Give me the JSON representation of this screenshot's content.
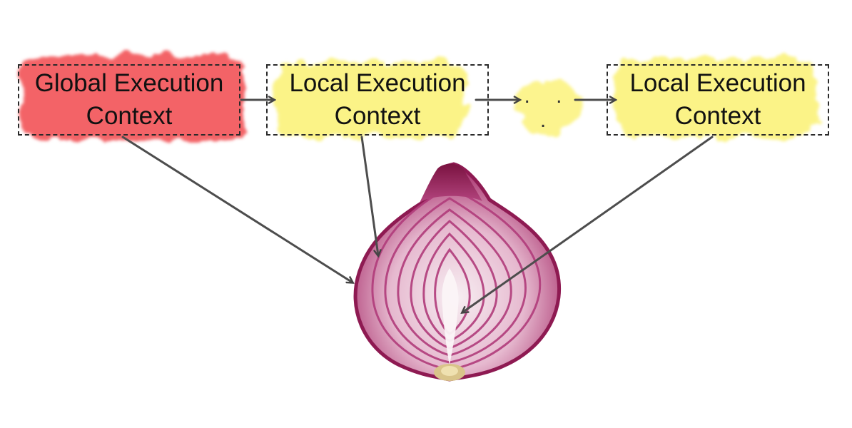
{
  "diagram": {
    "contexts": [
      {
        "label": "Global Execution\nContext",
        "kind": "global"
      },
      {
        "label": "Local Execution\nContext",
        "kind": "local"
      },
      {
        "label": "Local Execution\nContext",
        "kind": "local"
      }
    ],
    "ellipsis": ". . .",
    "colors": {
      "global_highlight": "#f2575a",
      "local_highlight": "#fbf27a",
      "arrow": "#555555",
      "onion_outer": "#9b1f5a",
      "onion_ring": "#b03a78",
      "onion_core": "#f4e6ee",
      "onion_root": "#d9c48a"
    },
    "illustration": "red-onion-cross-section"
  }
}
